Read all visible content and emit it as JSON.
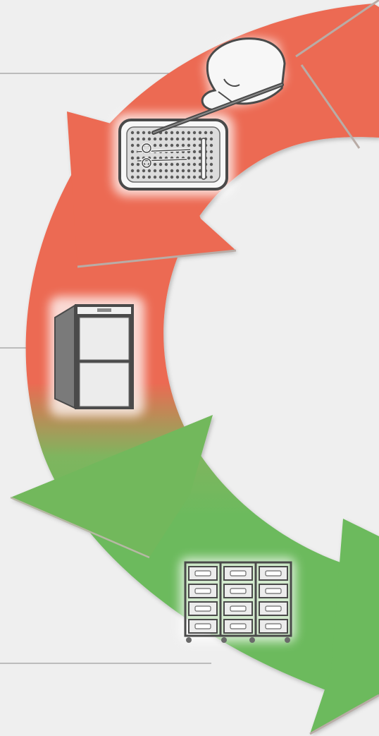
{
  "diagram": {
    "type": "cycle",
    "stages": [
      {
        "id": "instrument-preparation",
        "icon": "hand-placing-instruments-in-tray-icon"
      },
      {
        "id": "sterilizer",
        "icon": "sterilizer-cabinet-icon"
      },
      {
        "id": "sterile-storage",
        "icon": "storage-rack-with-baskets-icon"
      }
    ],
    "colors": {
      "background": "#efefef",
      "arrow_red": "#ec6a52",
      "arrow_green": "#6cba5d",
      "arrow_edge": "#b9aca6",
      "divider": "#8a8a8a",
      "icon_outline": "#4a4a4a",
      "icon_fill": "#f7f7f7"
    }
  }
}
